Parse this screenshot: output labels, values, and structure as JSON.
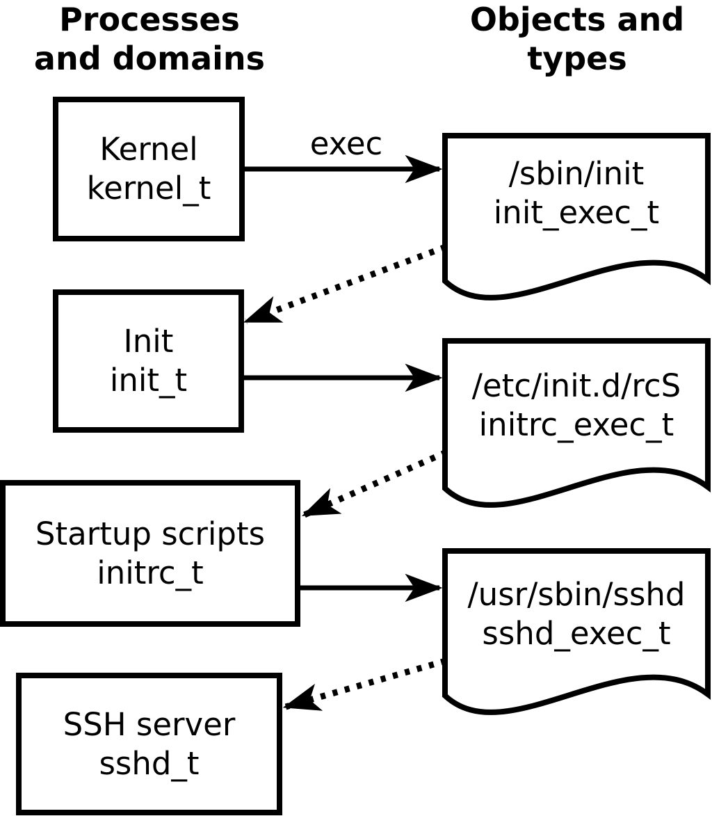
{
  "diagram": {
    "column_headers": {
      "left": {
        "line1": "Processes",
        "line2": "and domains"
      },
      "right": {
        "line1": "Objects and",
        "line2": "types"
      }
    },
    "processes": [
      {
        "name": "Kernel",
        "domain": "kernel_t"
      },
      {
        "name": "Init",
        "domain": "init_t"
      },
      {
        "name": "Startup scripts",
        "domain": "initrc_t"
      },
      {
        "name": "SSH server",
        "domain": "sshd_t"
      }
    ],
    "objects": [
      {
        "path": "/sbin/init",
        "type": "init_exec_t"
      },
      {
        "path": "/etc/init.d/rcS",
        "type": "initrc_exec_t"
      },
      {
        "path": "/usr/sbin/sshd",
        "type": "sshd_exec_t"
      }
    ],
    "edges": [
      {
        "from": "Kernel",
        "to": "/sbin/init",
        "style": "solid",
        "label": "exec"
      },
      {
        "from": "/sbin/init",
        "to": "Init",
        "style": "dotted",
        "label": ""
      },
      {
        "from": "Init",
        "to": "/etc/init.d/rcS",
        "style": "solid",
        "label": ""
      },
      {
        "from": "/etc/init.d/rcS",
        "to": "Startup scripts",
        "style": "dotted",
        "label": ""
      },
      {
        "from": "Startup scripts",
        "to": "/usr/sbin/sshd",
        "style": "solid",
        "label": ""
      },
      {
        "from": "/usr/sbin/sshd",
        "to": "SSH server",
        "style": "dotted",
        "label": ""
      }
    ],
    "colors": {
      "line": "#000000",
      "fill": "#ffffff"
    }
  }
}
